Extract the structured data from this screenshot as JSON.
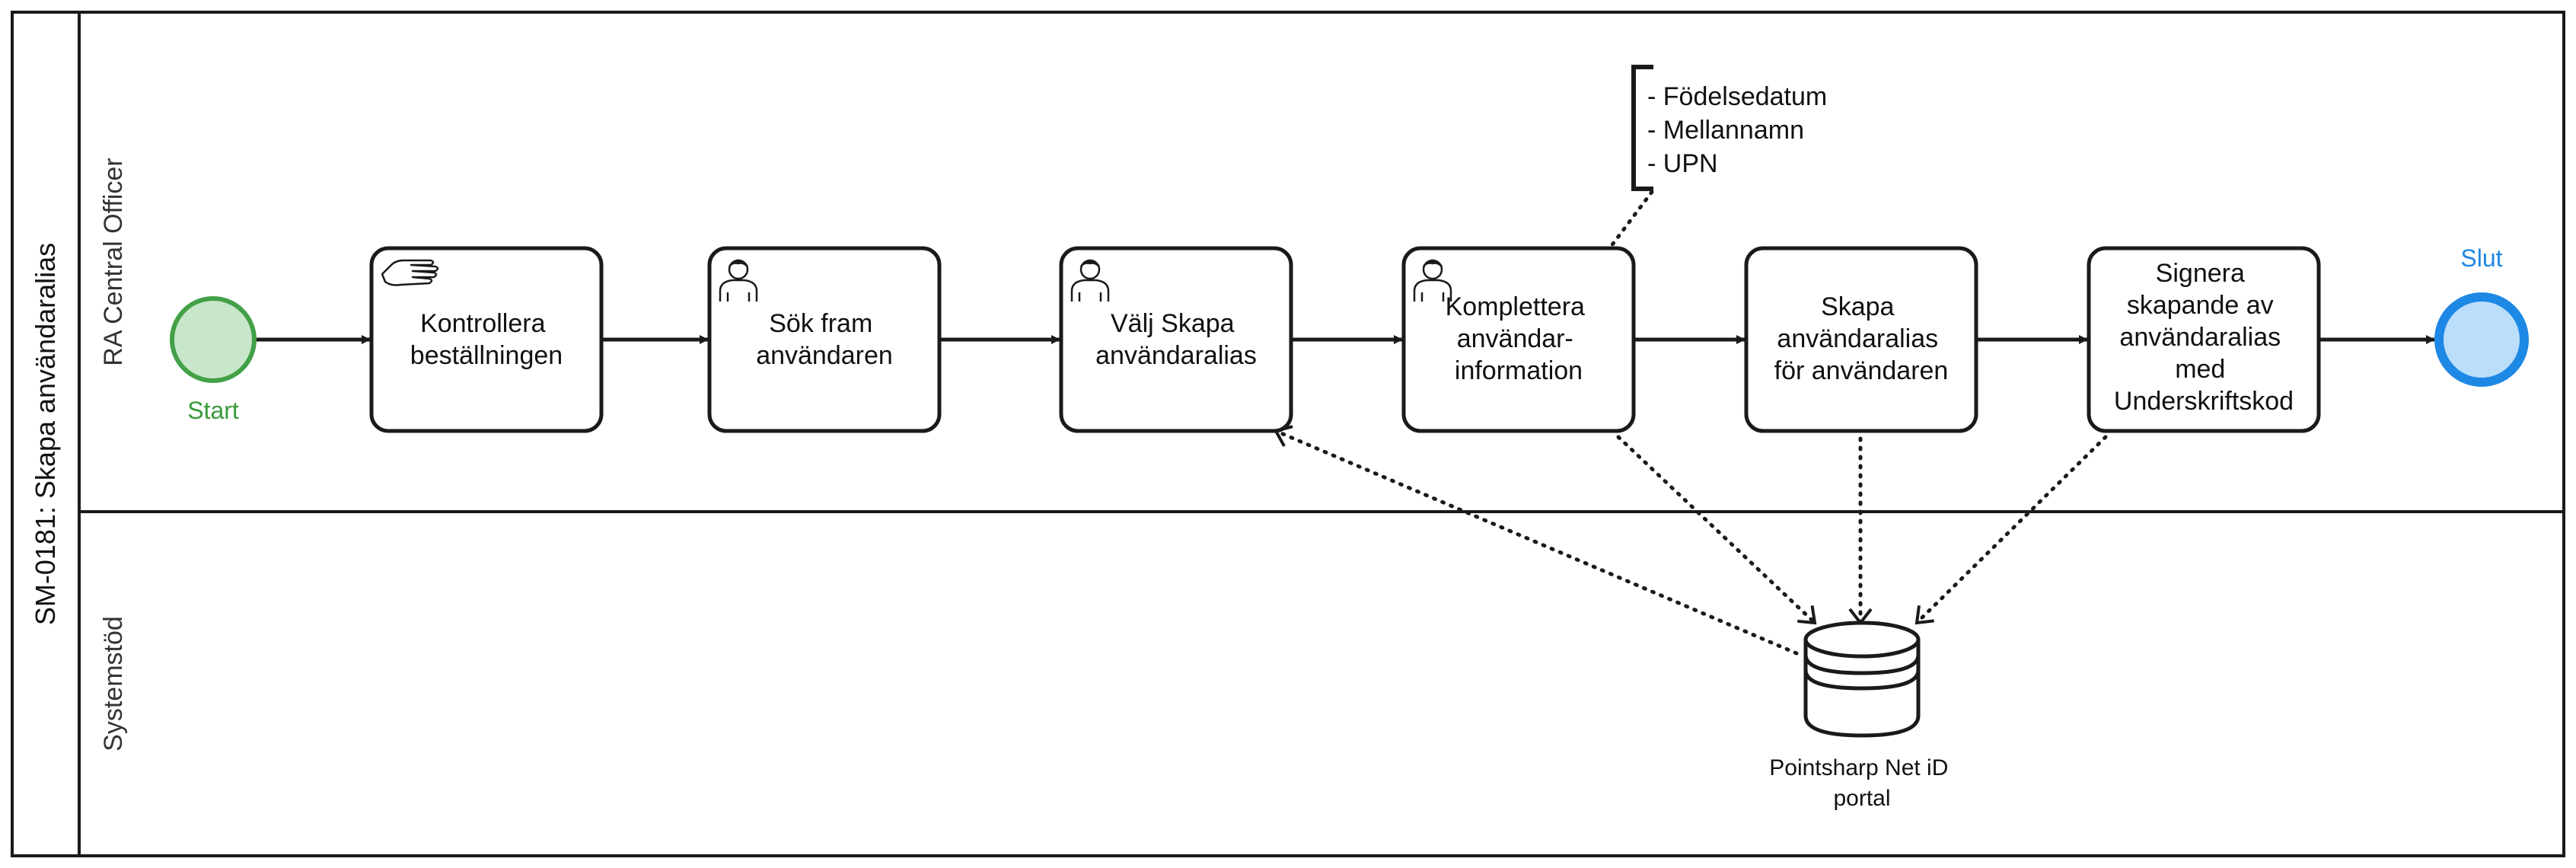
{
  "pool": {
    "title": "SM-0181: Skapa användaralias"
  },
  "lanes": [
    {
      "label": "RA Central Officer"
    },
    {
      "label": "Systemstöd"
    }
  ],
  "events": {
    "start": {
      "label": "Start"
    },
    "end": {
      "label": "Slut"
    }
  },
  "tasks": [
    {
      "lines": [
        "Kontrollera",
        "beställningen"
      ],
      "icon": "hand-icon"
    },
    {
      "lines": [
        "Sök fram",
        "användaren"
      ],
      "icon": "user-icon"
    },
    {
      "lines": [
        "Välj Skapa",
        "användaralias"
      ],
      "icon": "user-icon"
    },
    {
      "lines": [
        "Komplettera",
        "användar-",
        "information"
      ],
      "icon": "user-icon"
    },
    {
      "lines": [
        "Skapa",
        "användaralias",
        "för användaren"
      ],
      "icon": "none"
    },
    {
      "lines": [
        "Signera",
        "skapande av",
        "användaralias",
        "med",
        "Underskriftskod"
      ],
      "icon": "none"
    }
  ],
  "annotation": {
    "lines": [
      "- Födelsedatum",
      "- Mellannamn",
      "- UPN"
    ]
  },
  "datastore": {
    "lines": [
      "Pointsharp Net iD",
      "portal"
    ]
  },
  "colors": {
    "start_fill": "#c8e6c9",
    "start_stroke": "#43a047",
    "end_fill": "#bbdefb",
    "end_stroke": "#1e88e5",
    "line": "#1a1a1a"
  }
}
